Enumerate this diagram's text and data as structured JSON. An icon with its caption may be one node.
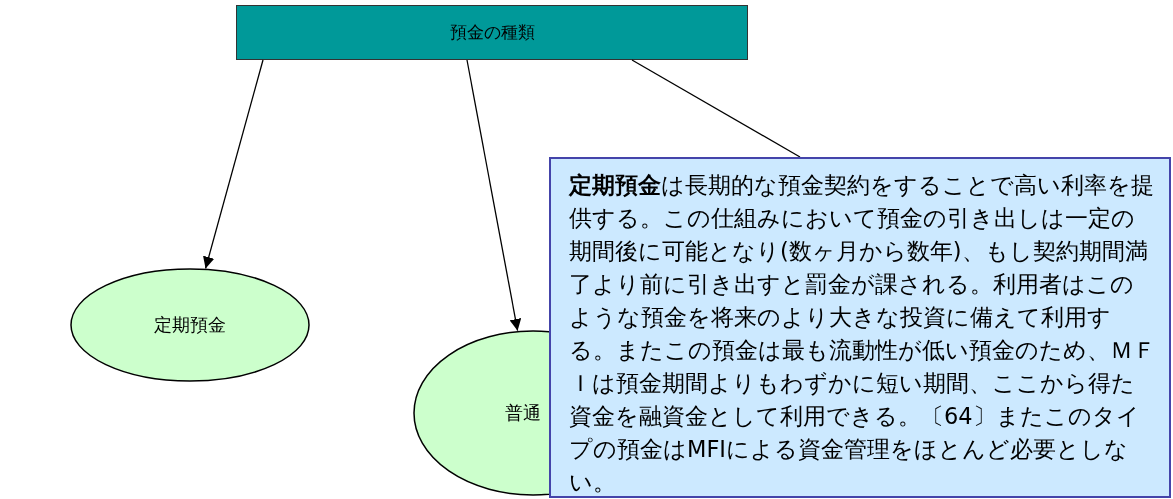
{
  "diagram": {
    "nodes": [
      {
        "text": [
          "預金の種類"
        ]
      },
      {
        "text": [
          "定期預金"
        ]
      },
      {
        "text": [
          "普通"
        ]
      },
      {
        "text": [
          "**定期預金**は長期的な預金契約をすることで高い利率を提供する。この仕組みにおいて預金の引き出しは一定の期間後に可能となり(数ヶ月から数年)、もし契約期間満了より前に引き出すと罰金が課される。利用者はこのような預金を将来のより大きな投資に備えて利用する。またこの預金は最も流動性が低い預金のため、ＭＦＩは預金期間よりもわずかに短い期間、ここから得た資金を融資金として利用できる。〔64〕またこのタイプの預金はMFIによる資金管理をほとんど必要としない。"
        ]
      }
    ],
    "edges": [
      {
        "from": 0,
        "to": 1,
        "arrow": "to"
      },
      {
        "from": 0,
        "to": 2,
        "arrow": "to"
      },
      {
        "from": 0,
        "to": 3,
        "arrow": "none"
      }
    ]
  }
}
